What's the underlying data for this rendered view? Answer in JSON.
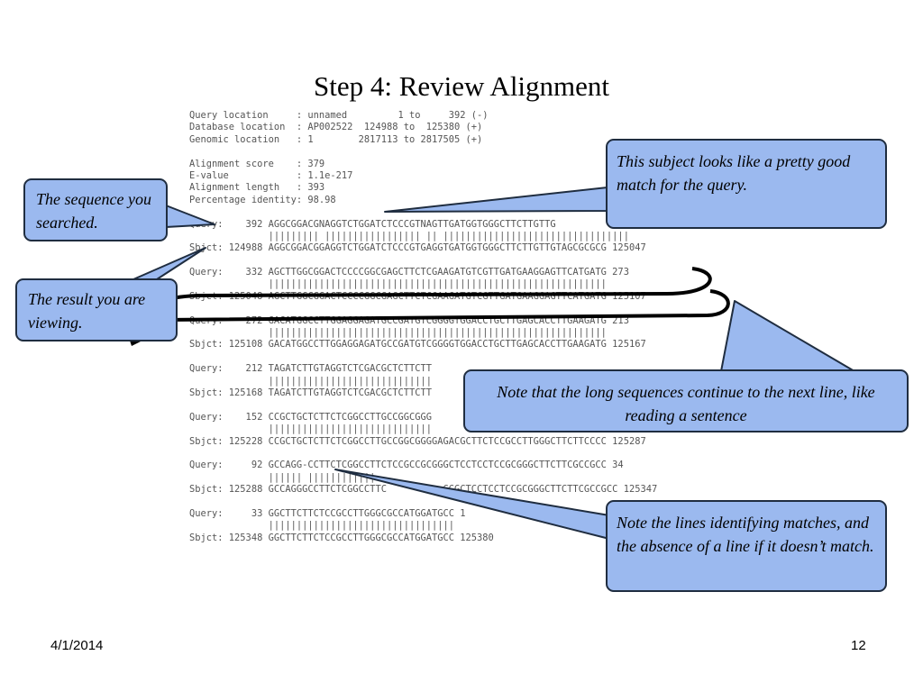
{
  "slide": {
    "title": "Step 4: Review Alignment",
    "date": "4/1/2014",
    "page_number": "12"
  },
  "alignment": {
    "lines": [
      "Query location     : unnamed         1 to     392 (-)",
      "Database location  : AP002522  124988 to  125380 (+)",
      "Genomic location   : 1        2817113 to 2817505 (+)",
      "",
      "Alignment score    : 379",
      "E-value            : 1.1e-217",
      "Alignment length   : 393",
      "Percentage identity: 98.98",
      "",
      "Query:    392 AGGCGGACGNAGGTCTGGATCTCCCGTNAGTTGATGGTGGGCTTCTTGTTG",
      "              ||||||||| ||||||||||||||||| || |||||||||||||||||||||||||||||||||",
      "Sbjct: 124988 AGGCGGACGGAGGTCTGGATCTCCCGTGAGGTGATGGTGGGCTTCTTGTTGTAGCGCGCG 125047",
      "",
      "Query:    332 AGCTTGGCGGACTCCCCGGCGAGCTTCTCGAAGATGTCGTTGATGAAGGAGTTCATGATG 273",
      "              ||||||||||||||||||||||||||||||||||||||||||||||||||||||||||||",
      "Sbjct: 125048 AGCTTGGCGGACTCCCCGGCGAGCTTCTCGAAGATGTCGTTGATGAAGGAGTTCATGATG 125107",
      "",
      "Query:    272 GACATGGCCTTGGAGGAGATGCCGATGTCGGGGTGGACCTGCTTGAGCACCTTGAAGATG 213",
      "              ||||||||||||||||||||||||||||||||||||||||||||||||||||||||||||",
      "Sbjct: 125108 GACATGGCCTTGGAGGAGATGCCGATGTCGGGGTGGACCTGCTTGAGCACCTTGAAGATG 125167",
      "",
      "Query:    212 TAGATCTTGTAGGTCTCGACGCTCTTCTT",
      "              |||||||||||||||||||||||||||||",
      "Sbjct: 125168 TAGATCTTGTAGGTCTCGACGCTCTTCTT",
      "",
      "Query:    152 CCGCTGCTCTTCTCGGCCTTGCCGGCGGG",
      "              |||||||||||||||||||||||||||||",
      "Sbjct: 125228 CCGCTGCTCTTCTCGGCCTTGCCGGCGGGGAGACGCTTCTCCGCCTTGGGCTTCTTCCCC 125287",
      "",
      "Query:     92 GCCAGG-CCTTCTCGGCCTTCTCCGCCGCGGGCTCCTCCTCCGCGGGCTTCTTCGCCGCC 34",
      "              |||||| ||||||||||||",
      "Sbjct: 125288 GCCAGGGCCTTCTCGGCCTTC          GGGCTCCTCCTCCGCGGGCTTCTTCGCCGCC 125347",
      "",
      "Query:     33 GGCTTCTTCTCCGCCTTGGGCGCCATGGATGCC 1",
      "              |||||||||||||||||||||||||||||||||",
      "Sbjct: 125348 GGCTTCTTCTCCGCCTTGGGCGCCATGGATGCC 125380"
    ]
  },
  "callouts": {
    "query": "The sequence you searched.",
    "result": "The result you are viewing.",
    "match": "This subject looks like a pretty good match for the query.",
    "continue": "Note that the long sequences continue to the next line, like reading a sentence",
    "lines": "Note the lines identifying matches, and the absence of a line if it doesn’t match."
  },
  "colors": {
    "callout_fill": "#9bb9ef",
    "callout_border": "#1f2d40",
    "alignment_text": "#555555"
  }
}
